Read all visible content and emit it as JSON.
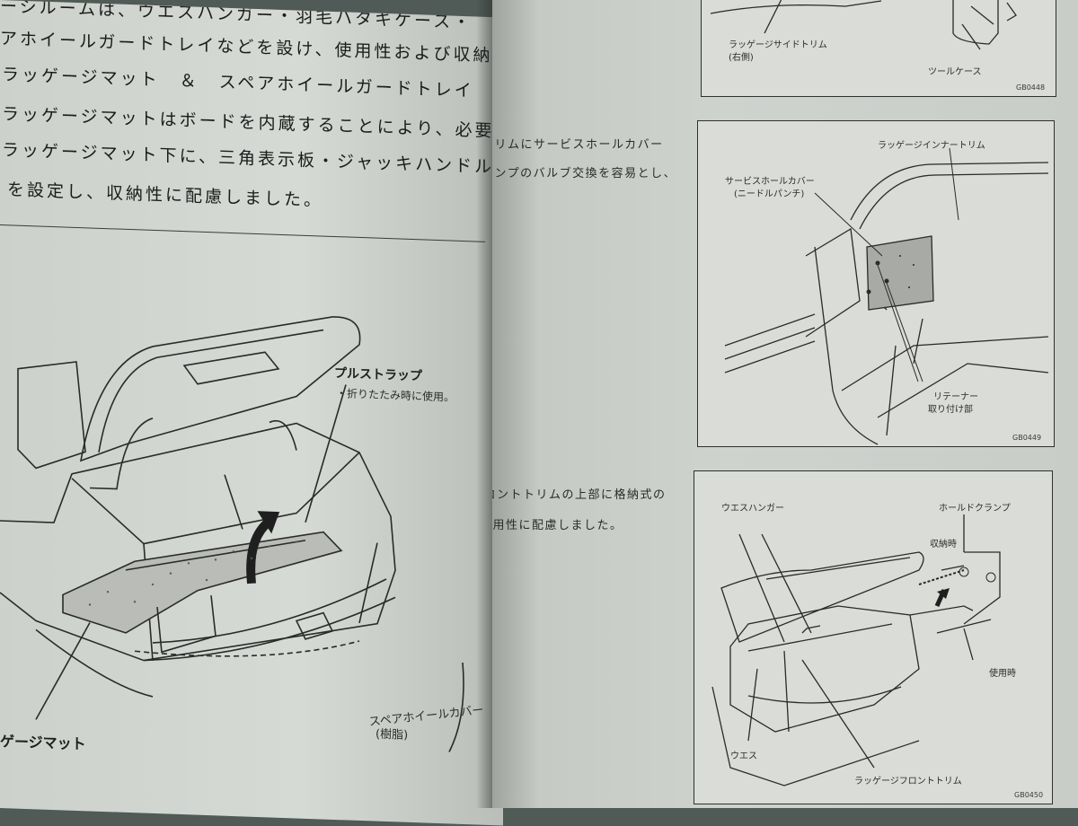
{
  "left_page": {
    "lines": [
      "ーシルームは、ウエスハンガー・羽毛ハタキケース・",
      "アホイールガードトレイなどを設け、使用性および収納性に",
      "ラッゲージマット　＆　スペアホイールガードトレイ",
      "ラッゲージマットはボードを内蔵することにより、必要な部分",
      "ラッゲージマット下に、三角表示板・ジャッキハンドル・輪止",
      "を設定し、収納性に配慮しました。"
    ],
    "illustration": {
      "label_pull_strap": "プルストラップ",
      "label_pull_strap_note": "・折りたたみ時に使用。",
      "label_luggage_mat": "ゲージマット",
      "label_spare_wheel": "スペアホイールカバー",
      "label_spare_wheel_note": "(樹脂)"
    }
  },
  "right_page": {
    "text_lines": [
      "トリムにサービスホールカバー",
      "ランプのバルブ交換を容易とし、",
      "フロントトリムの上部に格納式の",
      "使用性に配慮しました。"
    ],
    "figure1": {
      "label_side_trim": "ラッゲージサイドトリム",
      "label_side_trim_note": "(右側)",
      "label_tool_case": "ツールケース",
      "code": "GB0448"
    },
    "figure2": {
      "label_inner_trim": "ラッゲージインナートリム",
      "label_service_cover": "サービスホールカバー",
      "label_service_cover_note": "(ニードルパンチ)",
      "label_retainer": "リテーナー",
      "label_retainer_note": "取り付け部",
      "code": "GB0449"
    },
    "figure3": {
      "label_waste_hanger": "ウエスハンガー",
      "label_hold_clamp": "ホールドクランプ",
      "label_stored": "収納時",
      "label_in_use": "使用時",
      "label_waste": "ウエス",
      "label_front_trim": "ラッゲージフロントトリム",
      "code": "GB0450"
    }
  }
}
